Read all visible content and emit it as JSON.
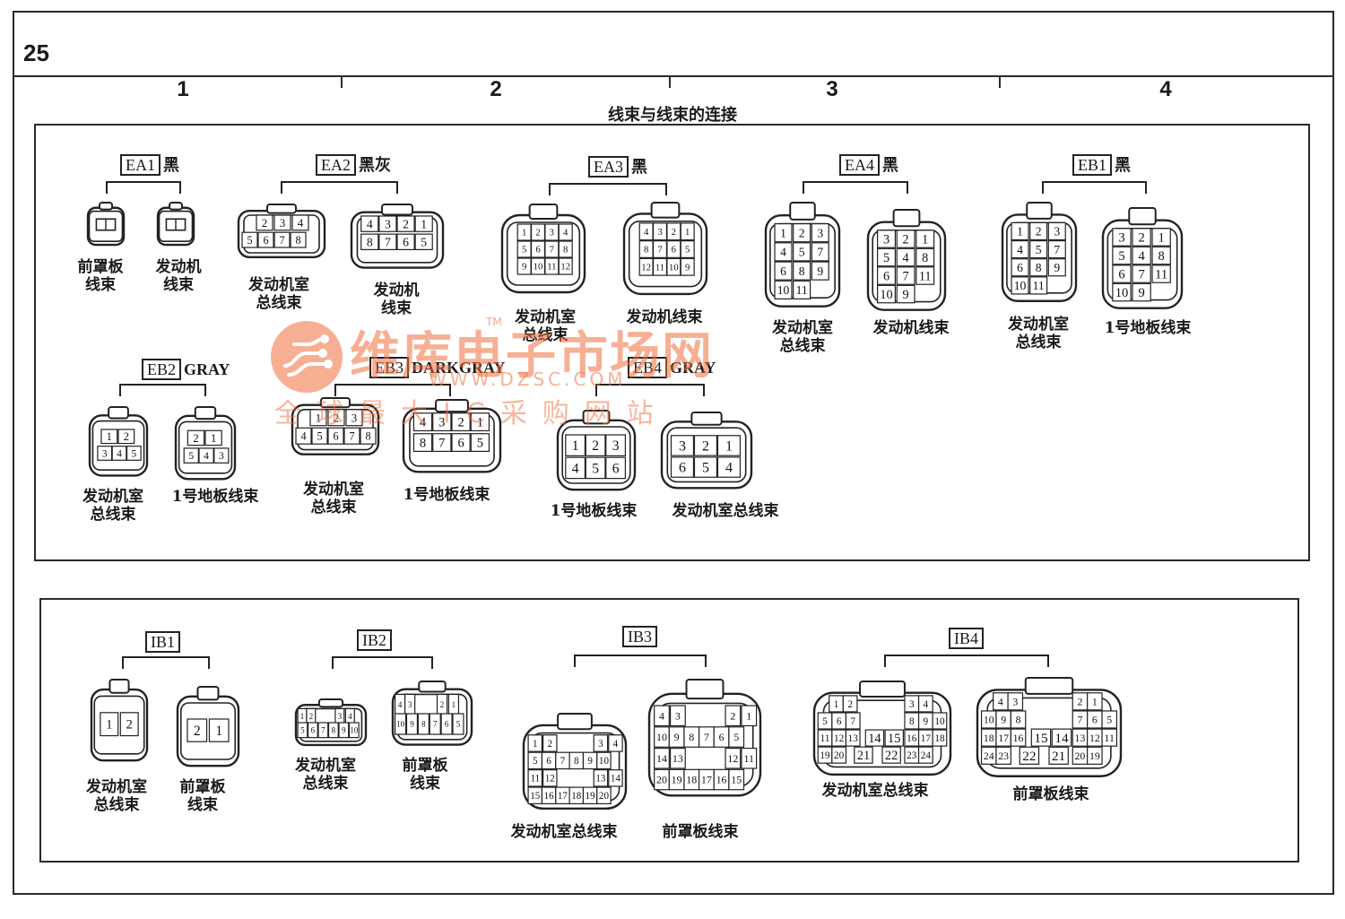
{
  "page_number": "25",
  "column_numbers": [
    "1",
    "2",
    "3",
    "4"
  ],
  "section_title": "线束与线束的连接",
  "watermark": {
    "name": "维库电子市场网",
    "url": "WWW.DZSC.COM",
    "tagline": "全球最大IC采购网站",
    "tm": "TM"
  },
  "connectors": {
    "EA1": {
      "code": "EA1",
      "color": "黑",
      "left": "前罩板\n线束",
      "right": "发动机\n线束"
    },
    "EA2": {
      "code": "EA2",
      "color": "黑灰",
      "left": "发动机室\n总线束",
      "right": "发动机\n线束"
    },
    "EA3": {
      "code": "EA3",
      "color": "黑",
      "left": "发动机室\n总线束",
      "right": "发动机线束"
    },
    "EA4": {
      "code": "EA4",
      "color": "黑",
      "left": "发动机室\n总线束",
      "right": "发动机线束"
    },
    "EB1": {
      "code": "EB1",
      "color": "黑",
      "left": "发动机室\n总线束",
      "right": "1号地板线束"
    },
    "EB2": {
      "code": "EB2",
      "color": "GRAY",
      "left": "发动机室\n总线束",
      "right": "1号地板线束"
    },
    "EB3": {
      "code": "EB3",
      "color": "DARKGRAY",
      "left": "发动机室\n总线束",
      "right": "1号地板线束"
    },
    "EB4": {
      "code": "EB4",
      "color": "GRAY",
      "left": "1号地板线束",
      "right": "发动机室总线束"
    },
    "IB1": {
      "code": "IB1",
      "color": "",
      "left": "发动机室\n总线束",
      "right": "前罩板\n线束"
    },
    "IB2": {
      "code": "IB2",
      "color": "",
      "left": "发动机室\n总线束",
      "right": "前罩板\n线束"
    },
    "IB3": {
      "code": "IB3",
      "color": "",
      "left": "发动机室总线束",
      "right": "前罩板线束"
    },
    "IB4": {
      "code": "IB4",
      "color": "",
      "left": "发动机室总线束",
      "right": "前罩板线束"
    }
  },
  "pins": {
    "EA2L": [
      "2",
      "3",
      "4",
      "5",
      "6",
      "7",
      "8"
    ],
    "EA2R": [
      "4",
      "3",
      "2",
      "1",
      "8",
      "7",
      "6",
      "5"
    ],
    "EA3L": [
      "1",
      "2",
      "3",
      "4",
      "5",
      "6",
      "7",
      "8",
      "9",
      "10",
      "11",
      "12"
    ],
    "EA3R": [
      "4",
      "3",
      "2",
      "1",
      "8",
      "7",
      "6",
      "5",
      "12",
      "11",
      "10",
      "9"
    ],
    "EA4L": [
      "1",
      "2",
      "3",
      "4",
      "5",
      "7",
      "6",
      "8",
      "9",
      "10",
      "11"
    ],
    "EA4R": [
      "3",
      "2",
      "1",
      "5",
      "4",
      "8",
      "6",
      "7",
      "11",
      "10",
      "9"
    ],
    "EB1L": [
      "1",
      "2",
      "3",
      "4",
      "5",
      "7",
      "6",
      "8",
      "9",
      "10",
      "11"
    ],
    "EB1R": [
      "3",
      "2",
      "1",
      "5",
      "4",
      "8",
      "6",
      "7",
      "11",
      "10",
      "9"
    ],
    "EB2L": [
      "1",
      "2",
      "3",
      "4",
      "5"
    ],
    "EB2R": [
      "2",
      "1",
      "5",
      "4",
      "3"
    ],
    "EB3L": [
      "1",
      "2",
      "3",
      "4",
      "5",
      "6",
      "7",
      "8"
    ],
    "EB3R": [
      "4",
      "3",
      "2",
      "1",
      "8",
      "7",
      "6",
      "5"
    ],
    "EB4L": [
      "1",
      "2",
      "3",
      "4",
      "5",
      "6"
    ],
    "EB4R": [
      "3",
      "2",
      "1",
      "6",
      "5",
      "4"
    ],
    "IB1L": [
      "1",
      "2"
    ],
    "IB1R": [
      "2",
      "1"
    ],
    "IB2L": [
      "1",
      "2",
      "3",
      "4",
      "5",
      "6",
      "7",
      "8",
      "9",
      "10"
    ],
    "IB2R": [
      "4",
      "3",
      "2",
      "1",
      "10",
      "9",
      "8",
      "7",
      "6",
      "5"
    ],
    "IB3L": [
      "1",
      "2",
      "3",
      "4",
      "5",
      "6",
      "7",
      "8",
      "9",
      "10",
      "11",
      "12",
      "13",
      "14",
      "15",
      "16",
      "17",
      "18",
      "19",
      "20"
    ],
    "IB3R": [
      "4",
      "3",
      "2",
      "1",
      "10",
      "9",
      "8",
      "7",
      "6",
      "5",
      "14",
      "13",
      "12",
      "11",
      "20",
      "19",
      "18",
      "17",
      "16",
      "15"
    ],
    "IB4L": [
      "1",
      "2",
      "3",
      "4",
      "5",
      "6",
      "7",
      "8",
      "9",
      "10",
      "11",
      "12",
      "13",
      "14",
      "15",
      "16",
      "17",
      "18",
      "19",
      "20",
      "21",
      "22",
      "23",
      "24"
    ],
    "IB4R": [
      "4",
      "3",
      "2",
      "1",
      "10",
      "9",
      "8",
      "7",
      "6",
      "5",
      "18",
      "17",
      "16",
      "15",
      "14",
      "13",
      "12",
      "11",
      "24",
      "23",
      "22",
      "21",
      "20",
      "19"
    ]
  }
}
